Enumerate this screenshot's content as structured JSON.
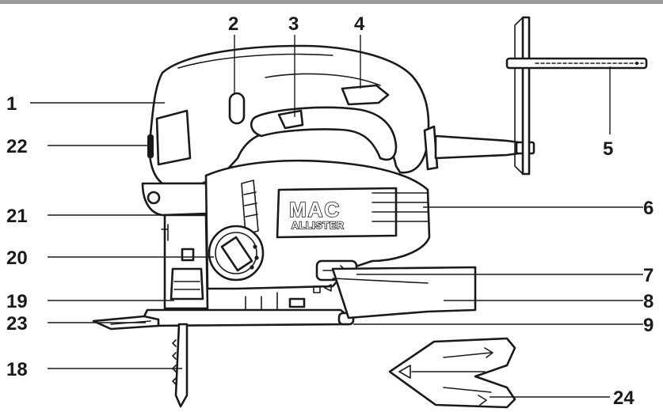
{
  "brand": {
    "logo_line1": "MAC",
    "logo_line2": "ALLISTER"
  },
  "callouts": [
    {
      "id": "c1",
      "label": "1"
    },
    {
      "id": "c2",
      "label": "2"
    },
    {
      "id": "c3",
      "label": "3"
    },
    {
      "id": "c4",
      "label": "4"
    },
    {
      "id": "c5",
      "label": "5"
    },
    {
      "id": "c6",
      "label": "6"
    },
    {
      "id": "c7",
      "label": "7"
    },
    {
      "id": "c8",
      "label": "8"
    },
    {
      "id": "c9",
      "label": "9"
    },
    {
      "id": "c18",
      "label": "18"
    },
    {
      "id": "c19",
      "label": "19"
    },
    {
      "id": "c20",
      "label": "20"
    },
    {
      "id": "c21",
      "label": "21"
    },
    {
      "id": "c22",
      "label": "22"
    },
    {
      "id": "c23",
      "label": "23"
    },
    {
      "id": "c24",
      "label": "24"
    }
  ],
  "colors": {
    "ink": "#1a1a1a",
    "top_rule": "#9c9c9c",
    "background": "#ffffff"
  }
}
